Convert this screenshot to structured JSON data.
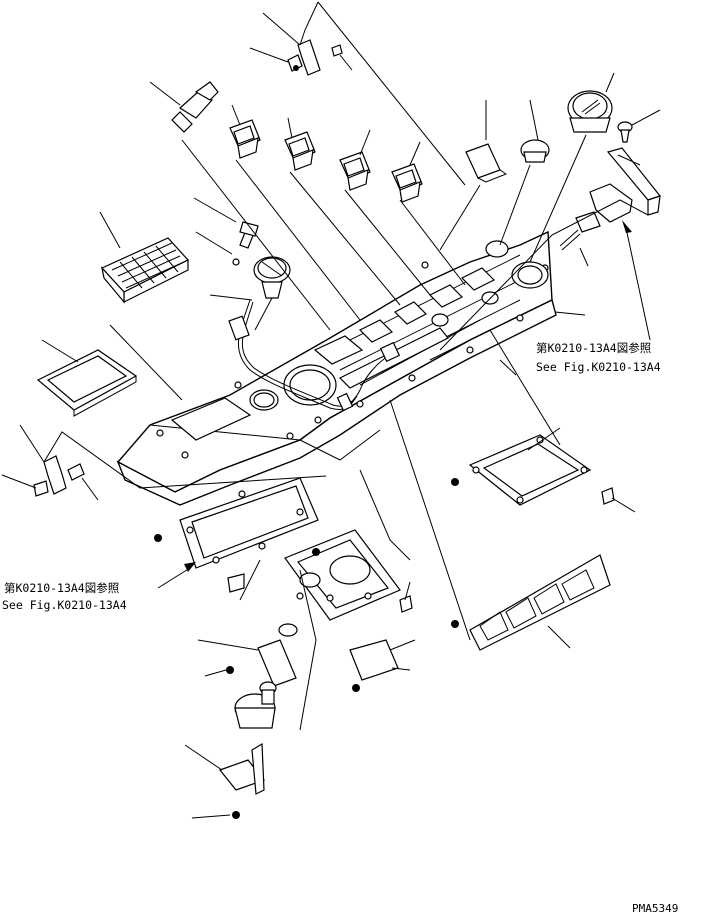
{
  "references": {
    "right_jp": "第K0210-13A4図参照",
    "right_en": "See Fig.K0210-13A4",
    "left_jp": "第K0210-13A4図参照",
    "left_en": "See Fig.K0210-13A4"
  },
  "drawing_number": "PMA5349"
}
